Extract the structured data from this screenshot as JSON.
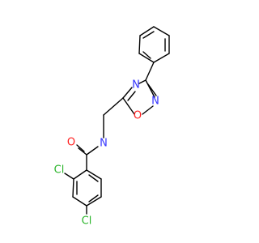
{
  "molecule": {
    "atoms": {
      "n_amide": {
        "label": "N",
        "color": "#3333ff"
      },
      "n_ring3": {
        "label": "N",
        "color": "#3333ff"
      },
      "n_ring2": {
        "label": "N",
        "color": "#3333ff"
      },
      "o_ring": {
        "label": "O",
        "color": "#ff2020"
      },
      "o_carbonyl": {
        "label": "O",
        "color": "#ff2020"
      },
      "cl_ortho": {
        "label": "Cl",
        "color": "#2bb52b"
      },
      "cl_para": {
        "label": "Cl",
        "color": "#2bb52b"
      }
    }
  }
}
